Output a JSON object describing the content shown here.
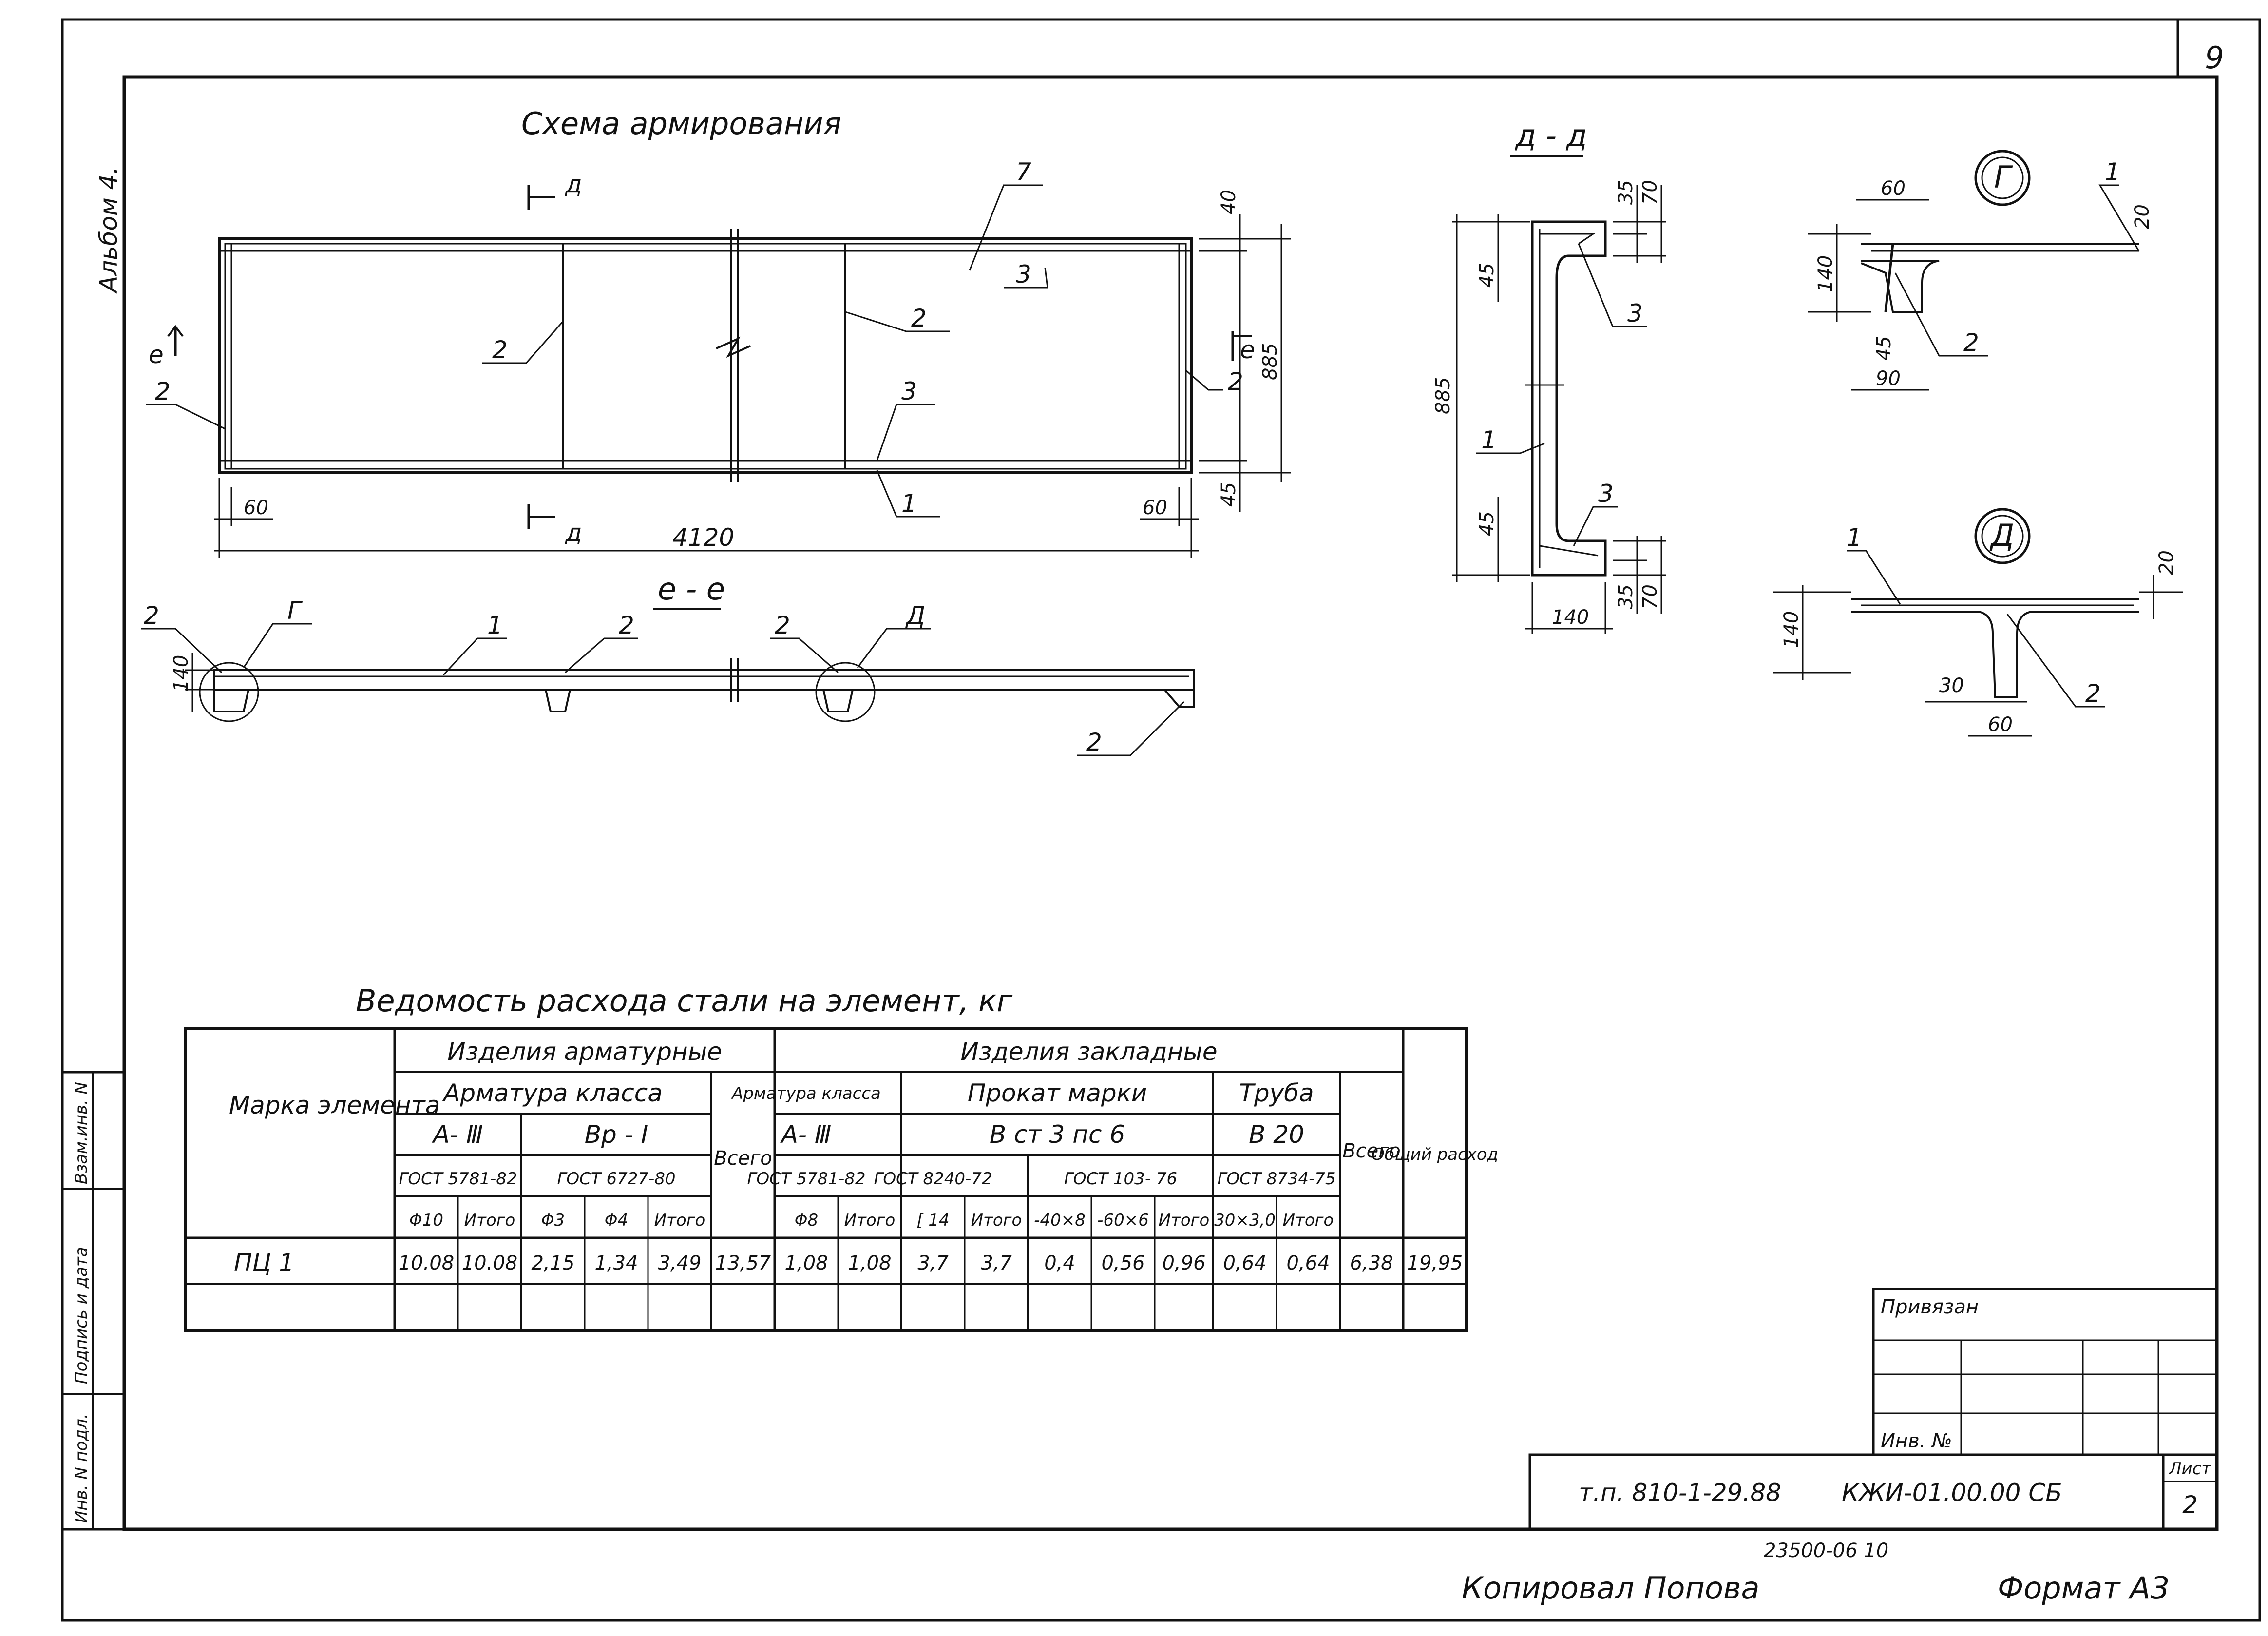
{
  "sheet": {
    "page_number": "9",
    "album": "Альбом 4.",
    "copied_by": "Копировал Попова",
    "format": "Формат А3",
    "archive_no": "23500-06 10"
  },
  "scheme": {
    "title": "Схема армирования",
    "labels": {
      "l1": "1",
      "l2": "2",
      "l3": "3",
      "l7": "7",
      "sec_d": "д",
      "sec_e": "е",
      "dim_4120": "4120",
      "dim_885": "885",
      "dim_60": "60",
      "dim_40": "40",
      "dim_45": "45"
    }
  },
  "section_ee": {
    "title": "е - е",
    "callout_g": "Г",
    "callout_d": "Д",
    "dim_140": "140"
  },
  "section_dd": {
    "title": "д - д",
    "dims": {
      "d35": "35",
      "d70": "70",
      "d45": "45",
      "d885": "885",
      "d140": "140"
    }
  },
  "node_g": {
    "label": "Г",
    "dims": {
      "d60": "60",
      "d20": "20",
      "d140": "140",
      "d45": "45",
      "d90": "90"
    }
  },
  "node_d": {
    "label": "Д",
    "dims": {
      "d20": "20",
      "d140": "140",
      "d30": "30",
      "d60": "60"
    }
  },
  "steel_table": {
    "title": "Ведомость  расхода  стали  на  элемент, кг",
    "h_mark": "Марка элемента",
    "h_rebar": "Изделия  арматурные",
    "h_embed": "Изделия  закладные",
    "h_arm_class": "Арматура  класса",
    "h_arm_class2": "Арматура класса",
    "h_prokat": "Прокат  марки",
    "h_pipe": "Труба",
    "h_a3": "А- Ⅲ",
    "h_vp1": "Вр - Ⅰ",
    "h_a3b": "А- Ⅲ",
    "h_vst": "В ст 3 пс 6",
    "h_v20": "В 20",
    "h_total": "Всего",
    "h_total2": "Всего",
    "h_grand": "Общий расход",
    "gost": [
      "ГОСТ 5781-82",
      "ГОСТ 6727-80",
      "ГОСТ 5781-82",
      "ГОСТ 8240-72",
      "ГОСТ 103- 76",
      "ГОСТ 8734-75"
    ],
    "subcols": [
      "Φ10",
      "Итого",
      "Φ3",
      "Φ4",
      "Итого",
      "Φ8",
      "Итого",
      "[ 14",
      "Итого",
      "-40×8",
      "-60×6",
      "Итого",
      "30×3,0",
      "Итого"
    ],
    "row": [
      "ПЦ 1",
      "10.08",
      "10.08",
      "2,15",
      "1,34",
      "3,49",
      "13,57",
      "1,08",
      "1,08",
      "3,7",
      "3,7",
      "0,4",
      "0,56",
      "0,96",
      "0,64",
      "0,64",
      "6,38",
      "19,95"
    ]
  },
  "stamp": {
    "side_labels": [
      "Взам.инв. N",
      "Подпись и дата",
      "Инв. N подл."
    ],
    "privyazan": "Привязан",
    "inv_no": "Инв. №",
    "code": "т.п. 810-1-29.88",
    "doc": "КЖИ-01.00.00 СБ",
    "list_label": "Лист",
    "list_no": "2"
  }
}
